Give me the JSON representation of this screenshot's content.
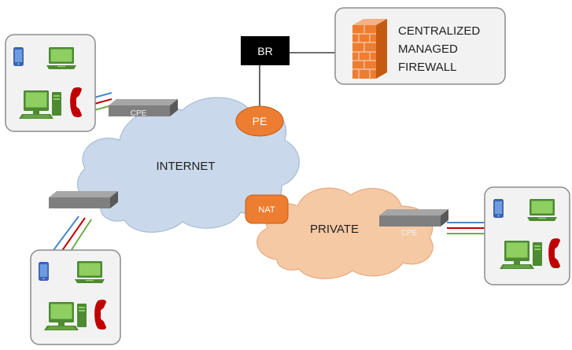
{
  "nodes": {
    "br": "BR",
    "pe": "PE",
    "nat": "NAT"
  },
  "firewall": {
    "line1": "CENTRALIZED",
    "line2": "MANAGED",
    "line3": "FIREWALL"
  },
  "clouds": {
    "internet": "INTERNET",
    "private": "PRIVATE"
  },
  "cpe": {
    "label": "CPE"
  },
  "colors": {
    "internet_cloud": "#c9d8ea",
    "private_cloud": "#f6c9a5",
    "pe_node": "#ed7d31",
    "br_box": "#000000",
    "site_box": "#f2f2f2",
    "phone_blue": "#4472c4",
    "laptop_green": "#70ad47",
    "handset_red": "#c00000",
    "wire_blue": "#4a86c8",
    "wire_red": "#c00000",
    "wire_green": "#70ad47"
  },
  "icons": {
    "site_devices": [
      "smartphone-icon",
      "laptop-icon",
      "desktop-computer-icon",
      "telephone-handset-icon"
    ],
    "firewall": "brick-firewall-icon",
    "cpe": "router-device-icon"
  }
}
